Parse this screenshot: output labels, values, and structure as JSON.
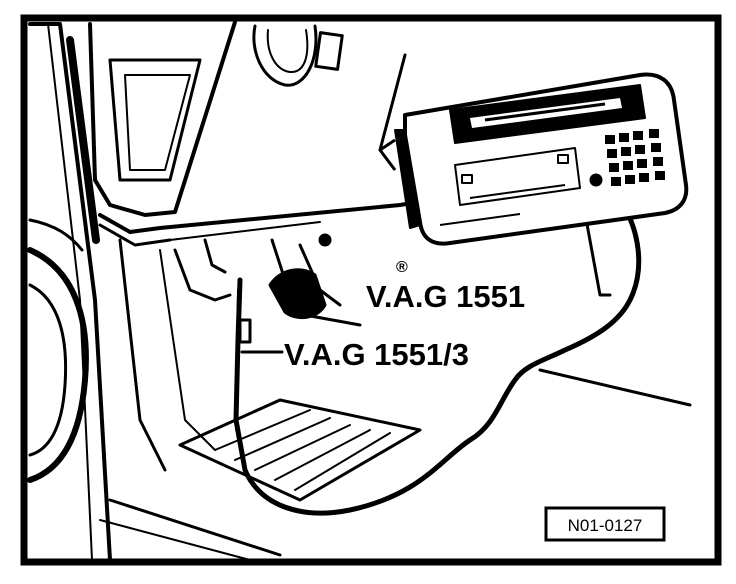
{
  "labels": {
    "superscript": "®",
    "tester": "V.A.G 1551",
    "cable": "V.A.G 1551/3",
    "figure_code": "N01-0127"
  }
}
